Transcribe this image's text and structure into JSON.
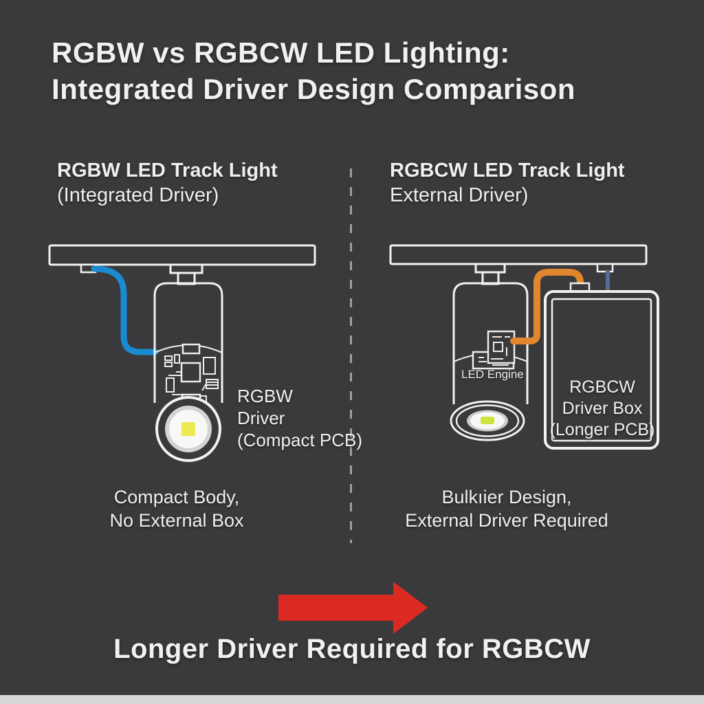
{
  "title": {
    "line1": "RGBW vs RGBCW LED Lighting:",
    "line2": "Integrated Driver Design Comparison"
  },
  "left_panel": {
    "heading_line1": "RGBW LED Track Light",
    "heading_line2": "(Integrated Driver)",
    "driver_label_line1": "RGBW",
    "driver_label_line2": "Driver",
    "driver_label_line3": "(Compact PCB)",
    "caption_line1": "Compact Body,",
    "caption_line2": "No External Box"
  },
  "right_panel": {
    "heading_line1": "RGBCW LED Track Light",
    "heading_line2": "External Driver)",
    "engine_label": "LED Engine",
    "driver_box_line1": "RGBCW",
    "driver_box_line2": "Driver Box",
    "driver_box_line3": "(Longer PCB)",
    "caption_line1": "Bulkıier Design,",
    "caption_line2": "External Driver Required"
  },
  "footer": {
    "text": "Longer Driver Required for RGBCW"
  },
  "colors": {
    "background": "#3a393b",
    "outline_white": "#f3f2f0",
    "wire_blue": "#1a8bd0",
    "wire_blue_dim": "#4e7092",
    "wire_orange": "#e1862c",
    "arrow_red": "#da2a21",
    "led_chip_yellow": "#ecea51",
    "led_chip_yellow_green": "#cfe23e",
    "divider_gray": "#a0a0a0",
    "bottom_band": "#d9d8d6"
  }
}
